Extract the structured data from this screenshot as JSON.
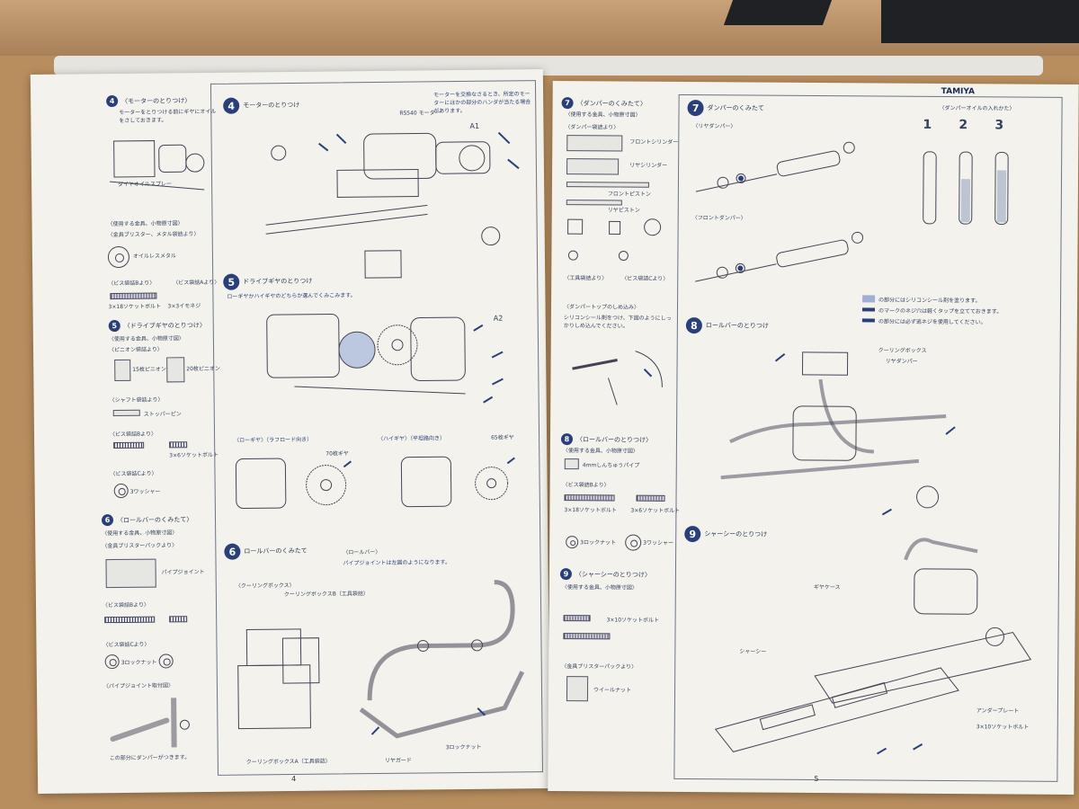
{
  "brand": "TAMIYA",
  "left_page": {
    "page_number": "4",
    "sidebar": {
      "step4": {
        "num": "4",
        "title": "〈モーターのとりつけ〉",
        "note": "モーターをとりつける前にギヤにオイルをさしておきます。",
        "spray": "ダイヤオイルスプレー"
      },
      "parts_header": "〈使用する金具、小物原寸図〉",
      "blister": "〈金具ブリスター、メタル袋詰より〉",
      "oilless": "オイルレスメタル",
      "screws_b": "〈ビス袋詰Bより〉",
      "screws_a": "〈ビス袋詰Aより〉",
      "screw1": "3×18ソケットボルト",
      "screw2": "3×3イモネジ",
      "step5": {
        "num": "5",
        "title": "〈ドライブギヤのとりつけ〉",
        "parts": "〈使用する金具、小物原寸図〉",
        "pinion": "〈ピニオン袋詰より〉",
        "g15": "15枚ピニオン",
        "g20": "20枚ピニオン"
      },
      "shaft": "〈シャフト袋詰より〉",
      "stopper": "ストッパーピン",
      "screws_b2": "〈ビス袋詰Bより〉",
      "screw3": "3×6ソケットボルト",
      "screws_c": "〈ビス袋詰Cより〉",
      "washer": "3ワッシャー",
      "step6": {
        "num": "6",
        "title": "〈ロールバーのくみたて〉",
        "parts": "〈使用する金具、小物原寸図〉",
        "blister": "〈金具ブリスターパックより〉",
        "joint": "パイプジョイント"
      },
      "screws_b3": "〈ビス袋詰Bより〉",
      "screws_c2": "〈ビス袋詰Cより〉",
      "nut": "3ロックナット",
      "joint_fig": "〈パイプジョイント取付図〉",
      "damper_note": "この部分にダンパーがつきます。"
    },
    "main": {
      "step4": {
        "num": "4",
        "title": "モーターのとりつけ",
        "motor": "RS540 モーター",
        "a1": "A1",
        "warn": "モーターを交換なさるとき、所定のモーターにほかの部分のハンダが当たる場合があります。"
      },
      "step5": {
        "num": "5",
        "title": "ドライブギヤのとりつけ",
        "note": "ローギヤかハイギヤのどちらか選んでくみこみます。",
        "a2": "A2"
      },
      "low_gear": "〈ローギヤ〉（ラフロード向き）",
      "high_gear": "〈ハイギヤ〉（平坦路向き）",
      "g70": "70枚ギヤ",
      "g65": "65枚ギヤ",
      "step6": {
        "num": "6",
        "title": "ロールバーのくみたて",
        "cooling": "〈クーリングボックス〉",
        "rollbar": "〈ロールバー〉",
        "note": "パイプジョイントは左図のようになります。"
      },
      "cooling_a": "クーリングボックスA（工具袋詰）",
      "cooling_b": "クーリングボックスB（工具袋詰）",
      "lock_nut": "3ロックナット",
      "rear_guard": "リヤガード"
    }
  },
  "right_page": {
    "page_number": "5",
    "sidebar": {
      "step7": {
        "num": "7",
        "title": "〈ダンパーのくみたて〉",
        "parts": "〈使用する金具、小物原寸図〉",
        "bag": "〈ダンパー袋詰より〉"
      },
      "front_cyl": "フロントシリンダー",
      "rear_cyl": "リヤシリンダー",
      "front_piston": "フロントピストン",
      "rear_piston": "リヤピストン",
      "tool_bag": "〈工具袋詰より〉",
      "screws_c": "〈ビス袋詰Cより〉",
      "damper_top": "〈ダンパートップのしめ込み〉",
      "damper_note": "シリコンシール剤をつけ、下図のようにしっかりしめ込んでください。",
      "step8": {
        "num": "8",
        "title": "〈ロールバーのとりつけ〉",
        "parts": "〈使用する金具、小物原寸図〉",
        "pipe": "4mmしんちゅうパイプ"
      },
      "screws_b": "〈ビス袋詰Bより〉",
      "screw1": "3×18ソケットボルト",
      "screw2": "3×6ソケットボルト",
      "lock_nut": "3ロックナット",
      "washer": "3ワッシャー",
      "step9": {
        "num": "9",
        "title": "〈シャーシーのとりつけ〉",
        "parts": "〈使用する金具、小物原寸図〉"
      },
      "screw3": "3×10ソケットボルト",
      "blister": "〈金具ブリスターパックより〉",
      "wheel_nut": "ウイールナット"
    },
    "main": {
      "step7": {
        "num": "7",
        "title": "ダンパーのくみたて",
        "rear": "〈リヤダンパー〉",
        "front": "〈フロントダンパー〉",
        "oil": "〈ダンパーオイルの入れかた〉",
        "steps": [
          "1",
          "2",
          "3"
        ]
      },
      "legend1": "の部分にはシリコンシール剤を塗ります。",
      "legend2": "のマークのネジ穴は軽くタップを立てておきます。",
      "legend3": "の部分には必ず逃ネジを使用してください。",
      "step8": {
        "num": "8",
        "title": "ロールバーのとりつけ",
        "cooling": "クーリングボックス",
        "rear_damper": "リヤダンパー"
      },
      "step9": {
        "num": "9",
        "title": "シャーシーのとりつけ",
        "gear_case": "ギヤケース",
        "chassis": "シャーシー",
        "under_plate": "アンダープレート",
        "bolt": "3×10ソケットボルト"
      }
    }
  }
}
